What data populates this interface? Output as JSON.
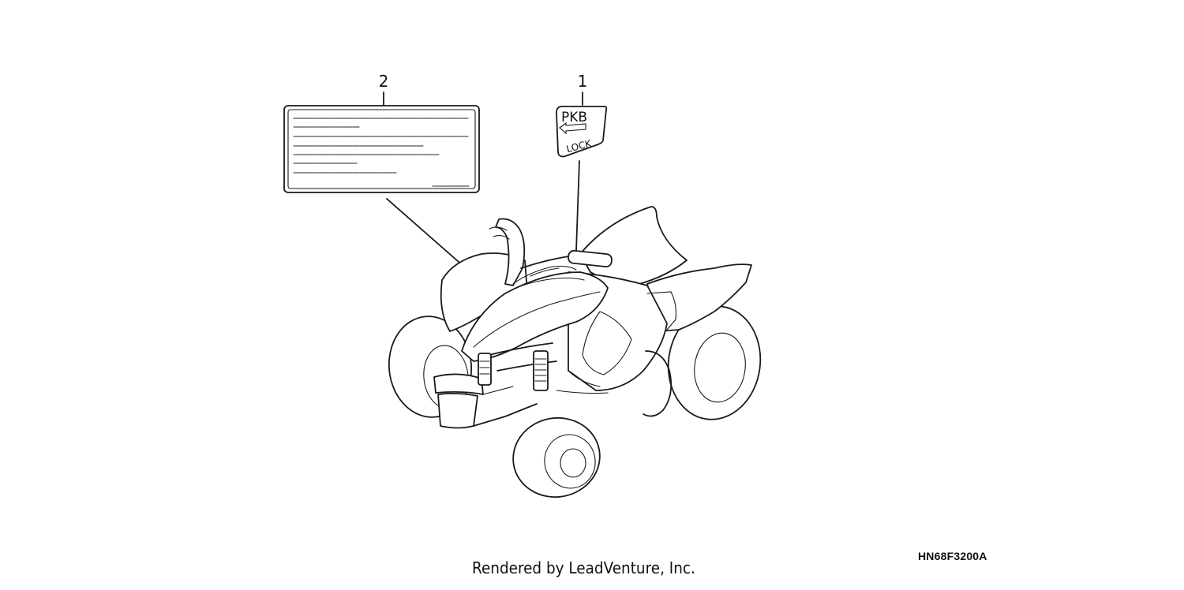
{
  "callouts": {
    "part_1": "1",
    "part_2": "2"
  },
  "decal_1": {
    "line_top": "PKB",
    "line_bottom": "LOCK",
    "arrow_icon": "left-arrow-icon"
  },
  "diagram_code": "HN68F3200A",
  "credit": "Rendered by LeadVenture, Inc."
}
